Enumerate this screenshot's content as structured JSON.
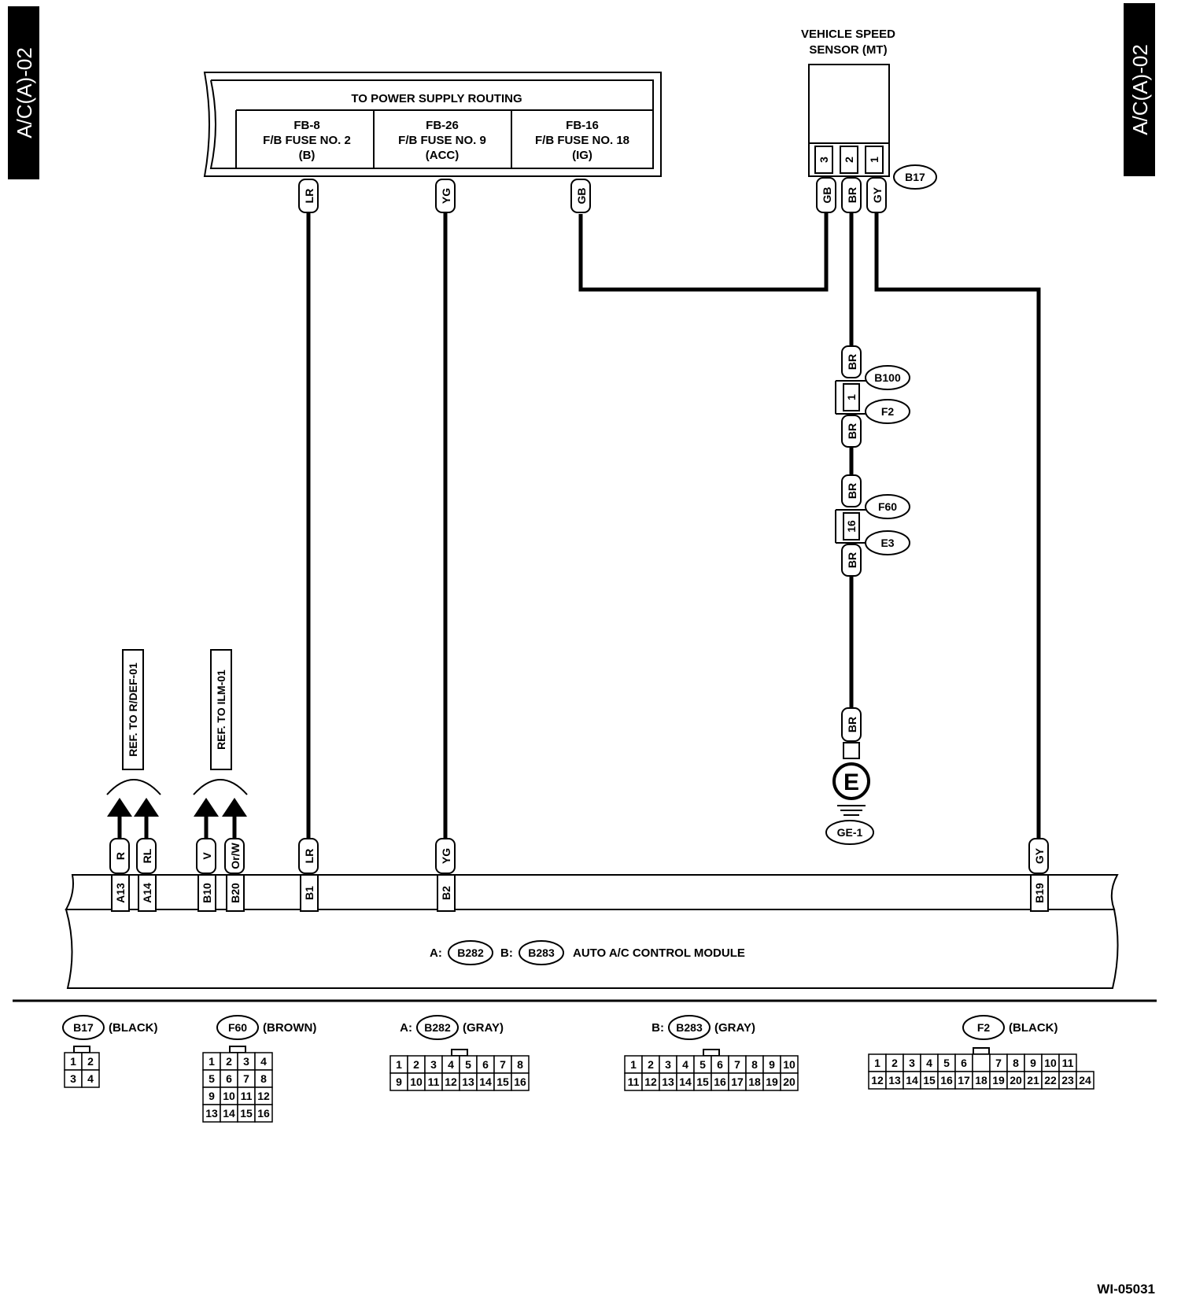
{
  "page_tag": "A/C(A)-02",
  "figure_id": "WI-05031",
  "power_supply": {
    "title": "TO POWER SUPPLY ROUTING",
    "fuses": [
      {
        "line1": "FB-8",
        "line2": "F/B FUSE NO. 2",
        "line3": "(B)",
        "wire": "LR"
      },
      {
        "line1": "FB-26",
        "line2": "F/B FUSE NO. 9",
        "line3": "(ACC)",
        "wire": "YG"
      },
      {
        "line1": "FB-16",
        "line2": "F/B FUSE NO. 18",
        "line3": "(IG)",
        "wire": "GB"
      }
    ]
  },
  "sensor": {
    "title_line1": "VEHICLE SPEED",
    "title_line2": "SENSOR (MT)",
    "connector": "B17",
    "pins": [
      "3",
      "2",
      "1"
    ],
    "wires": [
      "GB",
      "BR",
      "GY"
    ]
  },
  "ground_path": {
    "wire": "BR",
    "junctions": [
      {
        "pin": "1",
        "top": "B100",
        "bottom": "F2"
      },
      {
        "pin": "16",
        "top": "F60",
        "bottom": "E3"
      }
    ],
    "ground_symbol": "E",
    "ground_point": "GE-1"
  },
  "refs": [
    {
      "label": "REF. TO R/DEF-01",
      "wires": [
        "R",
        "RL"
      ]
    },
    {
      "label": "REF. TO ILM-01",
      "wires": [
        "V",
        "Or/W"
      ]
    }
  ],
  "module": {
    "prefix_a": "A:",
    "conn_a": "B282",
    "prefix_b": "B:",
    "conn_b": "B283",
    "name": "AUTO A/C CONTROL MODULE",
    "terminals": [
      {
        "wire": "R",
        "pin": "A13"
      },
      {
        "wire": "RL",
        "pin": "A14"
      },
      {
        "wire": "V",
        "pin": "B10"
      },
      {
        "wire": "Or/W",
        "pin": "B20"
      },
      {
        "wire": "LR",
        "pin": "B1"
      },
      {
        "wire": "YG",
        "pin": "B2"
      },
      {
        "wire": "GY",
        "pin": "B19"
      }
    ]
  },
  "connector_legend": [
    {
      "prefix": "",
      "id": "B17",
      "color": "(BLACK)",
      "rows": [
        [
          "1",
          "2"
        ],
        [
          "3",
          "4"
        ]
      ]
    },
    {
      "prefix": "",
      "id": "F60",
      "color": "(BROWN)",
      "rows": [
        [
          "1",
          "2",
          "3",
          "4"
        ],
        [
          "5",
          "6",
          "7",
          "8"
        ],
        [
          "9",
          "10",
          "11",
          "12"
        ],
        [
          "13",
          "14",
          "15",
          "16"
        ]
      ]
    },
    {
      "prefix": "A:",
      "id": "B282",
      "color": "(GRAY)",
      "rows": [
        [
          "1",
          "2",
          "3",
          "4",
          "5",
          "6",
          "7",
          "8"
        ],
        [
          "9",
          "10",
          "11",
          "12",
          "13",
          "14",
          "15",
          "16"
        ]
      ]
    },
    {
      "prefix": "B:",
      "id": "B283",
      "color": "(GRAY)",
      "rows": [
        [
          "1",
          "2",
          "3",
          "4",
          "5",
          "6",
          "7",
          "8",
          "9",
          "10"
        ],
        [
          "11",
          "12",
          "13",
          "14",
          "15",
          "16",
          "17",
          "18",
          "19",
          "20"
        ]
      ]
    },
    {
      "prefix": "",
      "id": "F2",
      "color": "(BLACK)",
      "rows": [
        [
          "1",
          "2",
          "3",
          "4",
          "5",
          "6",
          "",
          "7",
          "8",
          "9",
          "10",
          "11"
        ],
        [
          "12",
          "13",
          "14",
          "15",
          "16",
          "17",
          "18",
          "19",
          "20",
          "21",
          "22",
          "23",
          "24"
        ]
      ]
    }
  ]
}
